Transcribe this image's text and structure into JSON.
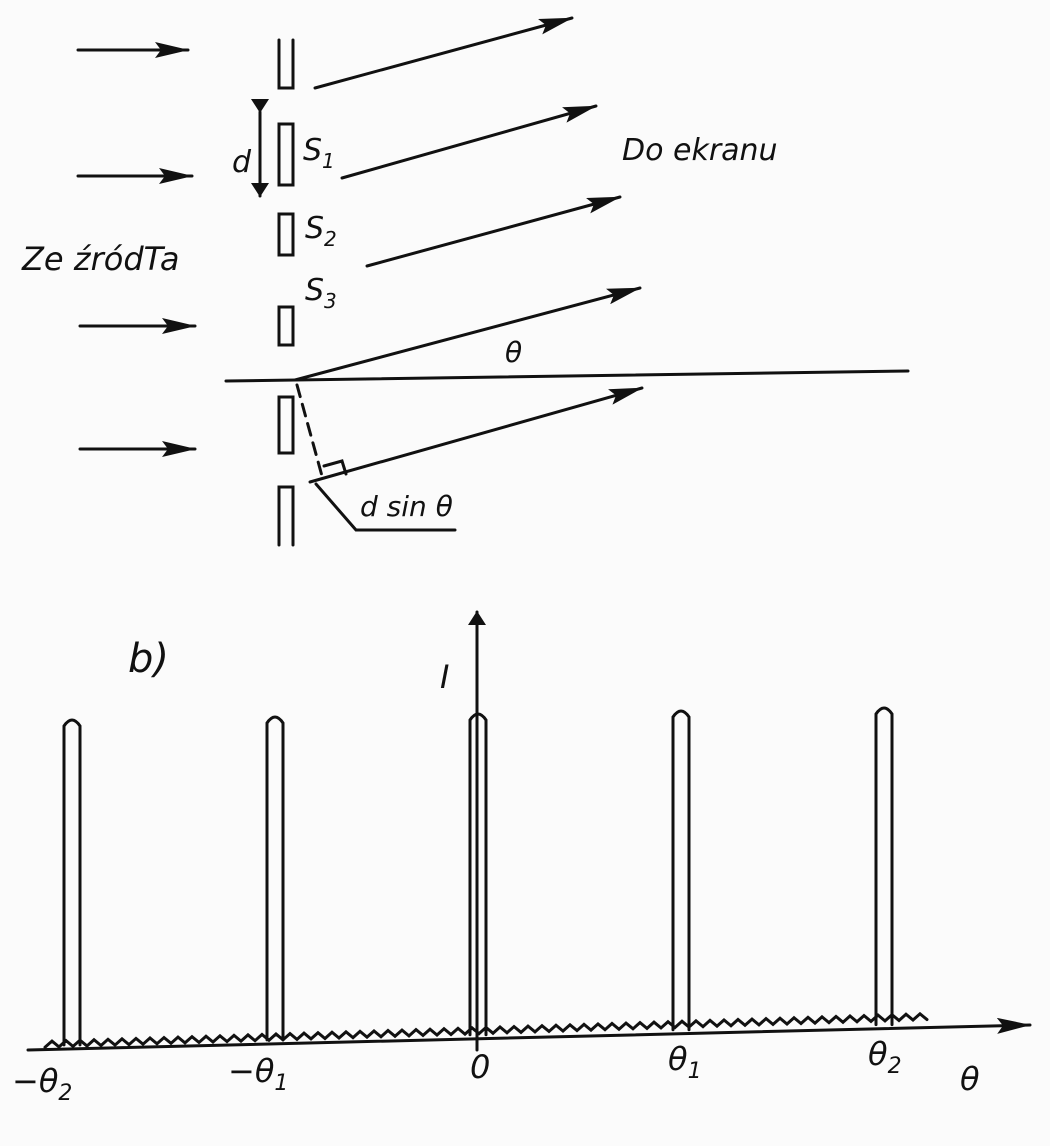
{
  "part_a": {
    "source_label": "Ze źródTa",
    "screen_label": "Do ekranu",
    "spacing_label": "d",
    "slits": [
      {
        "name": "S",
        "sub": "1"
      },
      {
        "name": "S",
        "sub": "2"
      },
      {
        "name": "S",
        "sub": "3"
      }
    ],
    "angle_label": "θ",
    "path_difference_label": "d sin θ"
  },
  "part_b": {
    "panel_label": "b)",
    "y_axis_label": "I",
    "x_axis_label": "θ",
    "ticks": [
      {
        "sign": "−",
        "name": "θ",
        "sub": "2"
      },
      {
        "sign": "−",
        "name": "θ",
        "sub": "1"
      },
      {
        "sign": "",
        "name": "0",
        "sub": ""
      },
      {
        "sign": "",
        "name": "θ",
        "sub": "1"
      },
      {
        "sign": "",
        "name": "θ",
        "sub": "2"
      }
    ],
    "peak_orders": [
      -2,
      -1,
      0,
      1,
      2
    ]
  }
}
